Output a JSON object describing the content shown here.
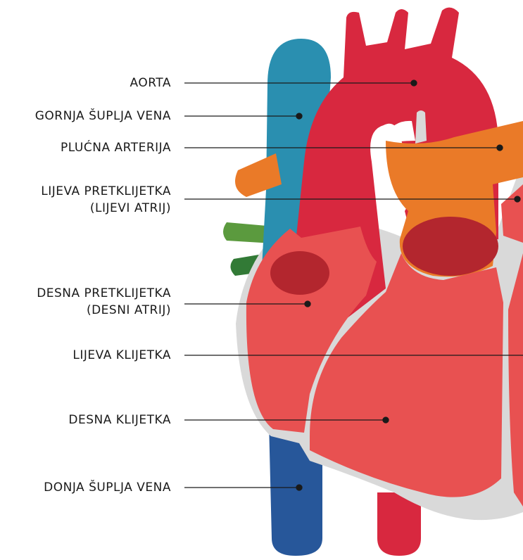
{
  "diagram": {
    "colors": {
      "aorta": "#d8283f",
      "pulmonary_artery": "#ea7a28",
      "superior_vena_cava": "#2a8fb0",
      "inferior_vena_cava": "#27579a",
      "heart_chambers": "#e85151",
      "valve": "#b3262e",
      "outline": "#d9d9d9",
      "pulmonary_vein_light": "#5b9a3e",
      "pulmonary_vein_dark": "#327a36"
    },
    "labels": {
      "aorta": "AORTA",
      "svc": "GORNJA ŠUPLJA VENA",
      "pulm_artery": "PLUĆNA ARTERIJA",
      "left_atrium_1": "LIJEVA PRETKLIJETKA",
      "left_atrium_2": "(LIJEVI ATRIJ)",
      "right_atrium_1": "DESNA PRETKLIJETKA",
      "right_atrium_2": "(DESNI ATRIJ)",
      "left_ventricle": "LIJEVA KLIJETKA",
      "right_ventricle": "DESNA KLIJETKA",
      "ivc": "DONJA ŠUPLJA VENA"
    }
  }
}
